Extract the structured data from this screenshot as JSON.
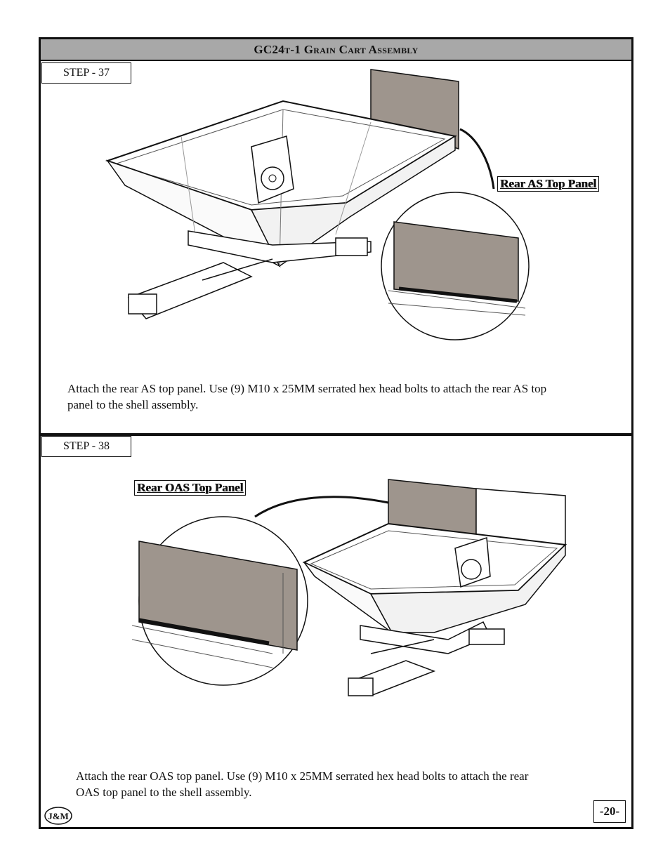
{
  "document": {
    "title": "GC24t-1 Grain Cart Assembly",
    "page_number": "-20-",
    "logo_text": "J&M"
  },
  "steps": [
    {
      "label": "STEP - 37",
      "callout": "Rear AS Top Panel",
      "caption_line1": "Attach the rear AS top panel. Use (9) M10 x 25MM serrated hex head bolts to attach the rear AS top",
      "caption_line2": "panel to the shell assembly."
    },
    {
      "label": "STEP - 38",
      "callout": "Rear OAS Top Panel",
      "caption_line1": "Attach the rear OAS top panel. Use (9) M10 x 25MM serrated hex head bolts to attach the rear",
      "caption_line2": "OAS top panel to the shell assembly."
    }
  ],
  "colors": {
    "panel_fill": "#9e958d",
    "title_bar": "#a8a8a8",
    "line": "#111111"
  }
}
